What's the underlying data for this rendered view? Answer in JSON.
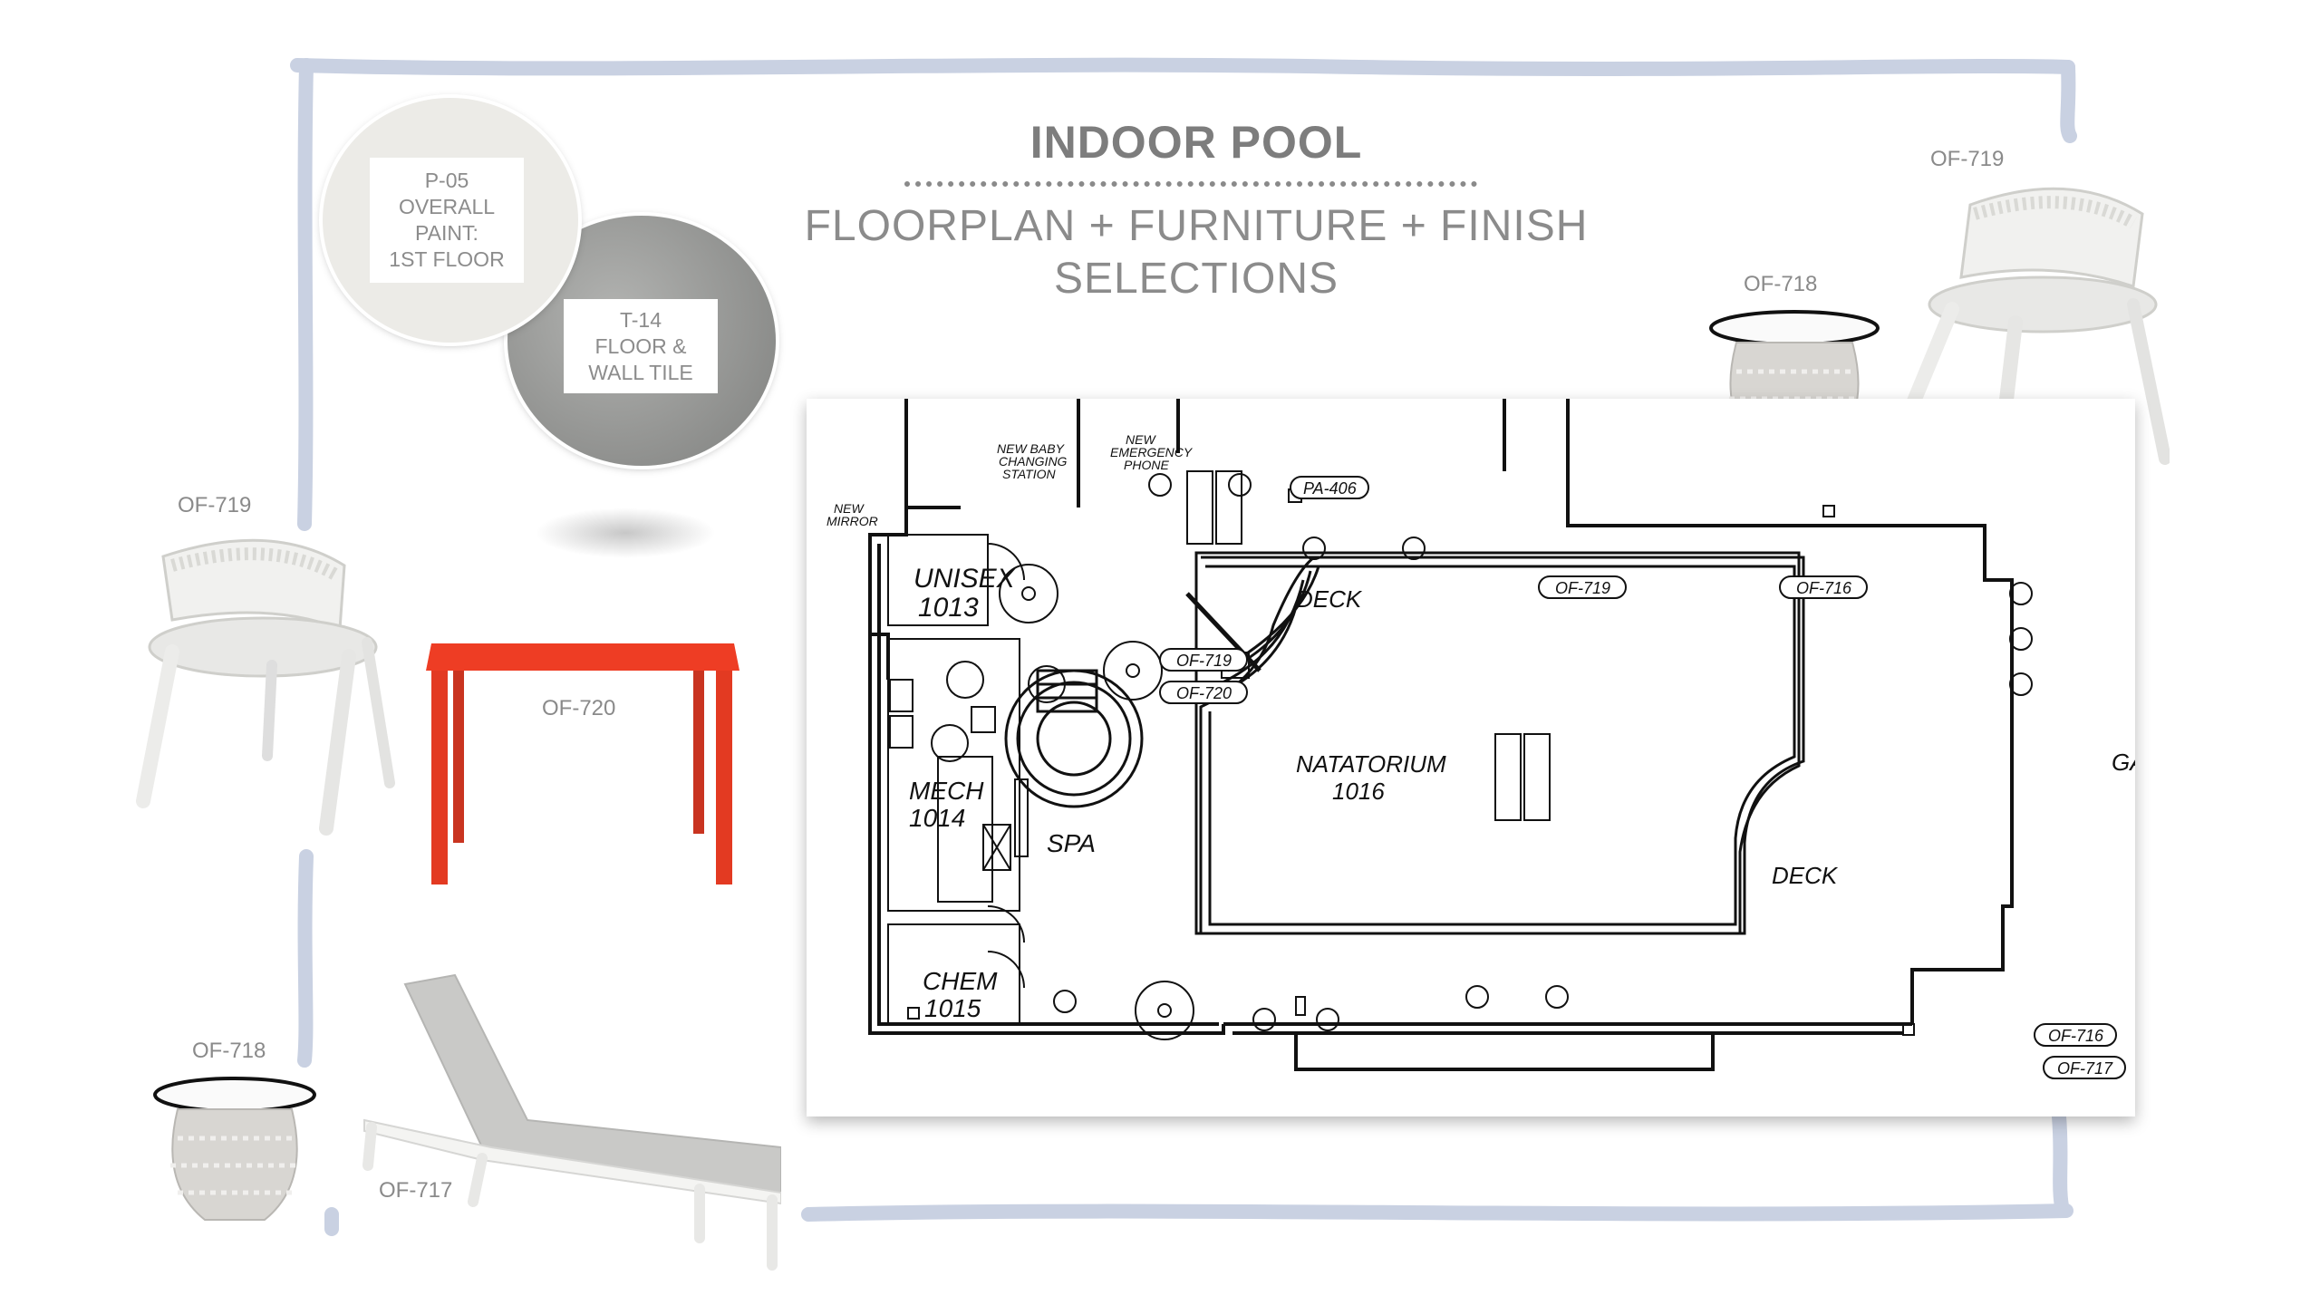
{
  "title": "INDOOR POOL",
  "subtitle_line1": "FLOORPLAN + FURNITURE + FINISH",
  "subtitle_line2": "SELECTIONS",
  "finishes": {
    "paint": {
      "line1": "P-05",
      "line2": "OVERALL",
      "line3": "PAINT:",
      "line4": "1ST FLOOR"
    },
    "tile": {
      "line1": "T-14",
      "line2": "FLOOR &",
      "line3": "WALL TILE"
    }
  },
  "furniture_labels": {
    "chair_left": "OF-719",
    "table_red": "OF-720",
    "side_table_left": "OF-718",
    "lounge_chair": "OF-717",
    "side_table_right": "OF-718",
    "chair_right": "OF-719"
  },
  "plan": {
    "rooms": {
      "unisex": "UNISEX",
      "unisex_no": "1013",
      "mech": "MECH",
      "mech_no": "1014",
      "chem": "CHEM",
      "chem_no": "1015",
      "natatorium": "NATATORIUM",
      "natatorium_no": "1016",
      "spa": "SPA",
      "deck_top": "DECK",
      "deck_right": "DECK"
    },
    "notes": {
      "baby1": "NEW BABY",
      "baby2": "CHANGING",
      "baby3": "STATION",
      "emer1": "NEW",
      "emer2": "EMERGENCY",
      "emer3": "PHONE",
      "mirror1": "NEW",
      "mirror2": "MIRROR",
      "edge": "GA"
    },
    "tags": {
      "pa406": "PA-406",
      "of719_a": "OF-719",
      "of720": "OF-720",
      "of719_b": "OF-719",
      "of716_a": "OF-716",
      "of716_b": "OF-716",
      "of717": "OF-717"
    }
  },
  "colors": {
    "table_red": "#ee3d24",
    "frame_blue": "#c9d1e2",
    "paint_swatch": "#ecebe7",
    "tile_swatch": "#9a9b99"
  }
}
